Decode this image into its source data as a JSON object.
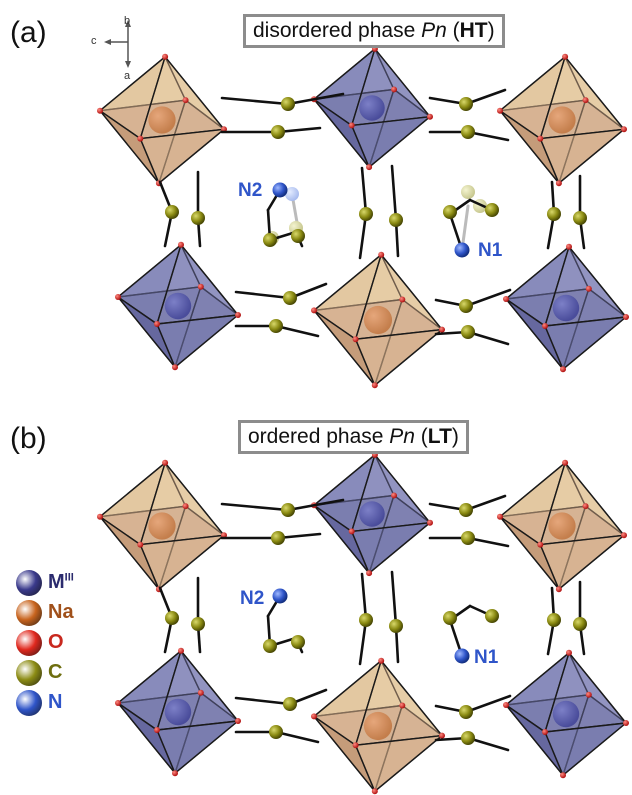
{
  "panel_a": {
    "letter": "(a)",
    "title_prefix": "disordered phase ",
    "title_italic": "Pn",
    "title_open": " (",
    "title_bold": "HT",
    "title_close": ")",
    "label_n1": "N1",
    "label_n2": "N2",
    "axes": {
      "b": "b",
      "c": "c",
      "a": "a"
    }
  },
  "panel_b": {
    "letter": "(b)",
    "title_prefix": "ordered phase ",
    "title_italic": "Pn",
    "title_open": " (",
    "title_bold": "LT",
    "title_close": ")",
    "label_n1": "N1",
    "label_n2": "N2"
  },
  "legend": {
    "items": [
      {
        "text": "M",
        "sup": "III",
        "color": "#3a3a8c",
        "text_color": "#2b2b6e"
      },
      {
        "text": "Na",
        "sup": "",
        "color": "#c8641e",
        "text_color": "#a0501a"
      },
      {
        "text": "O",
        "sup": "",
        "color": "#e0281e",
        "text_color": "#c8281e"
      },
      {
        "text": "C",
        "sup": "",
        "color": "#8c8c14",
        "text_color": "#6e6e0f"
      },
      {
        "text": "N",
        "sup": "",
        "color": "#2f55c9",
        "text_color": "#2f55c9"
      }
    ]
  },
  "colors": {
    "na_octahedron": "#d9b08a",
    "na_octahedron_light": "#efe3b8",
    "m_octahedron": "#6c6fa8",
    "m_octahedron_light": "#a8aad0",
    "carbon": "#8a8a12",
    "nitrogen": "#2f55c9",
    "oxygen": "#d22020",
    "bond": "#111111"
  }
}
